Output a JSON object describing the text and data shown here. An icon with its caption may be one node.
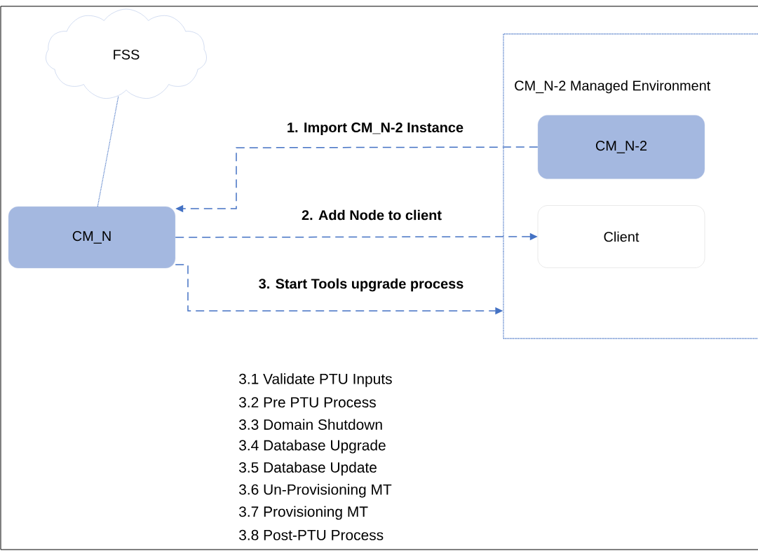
{
  "diagram": {
    "nodes": [
      {
        "text": [
          "FSS"
        ]
      },
      {
        "text": [
          "CM_N"
        ]
      },
      {
        "text": [
          "CM_N-2 Managed Environment"
        ]
      },
      {
        "text": [
          "CM_N-2"
        ],
        "in": 2
      },
      {
        "text": [
          "Client"
        ],
        "in": 2
      }
    ],
    "edges": [
      {
        "from": 1,
        "to": 0,
        "arrow": "none",
        "style": "dashed"
      },
      {
        "from": 3,
        "to": 1,
        "arrow": "to",
        "label": "1. Import CM_N-2 Instance"
      },
      {
        "from": 1,
        "to": 4,
        "arrow": "to",
        "label": "2. Add Node to client"
      },
      {
        "from": 1,
        "to": 2,
        "arrow": "to",
        "label": "3. Start Tools upgrade process"
      }
    ],
    "labels": [
      "3.1 Validate PTU Inputs",
      "3.2 Pre PTU Process",
      "3.3 Domain Shutdown",
      "3.4 Database Upgrade",
      "3.5 Database Update",
      "3.6 Un-Provisioning MT",
      "3.7 Provisioning MT",
      "3.8 Post-PTU Process"
    ]
  }
}
